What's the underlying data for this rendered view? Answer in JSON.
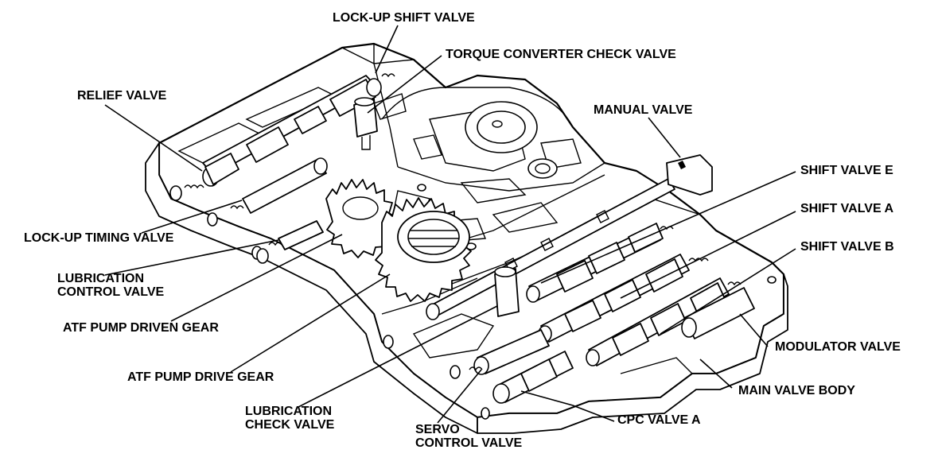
{
  "labels": {
    "lockup_shift_valve": "LOCK-UP SHIFT VALVE",
    "torque_converter_check_valve": "TORQUE CONVERTER CHECK VALVE",
    "relief_valve": "RELIEF VALVE",
    "manual_valve": "MANUAL VALVE",
    "shift_valve_e": "SHIFT VALVE E",
    "shift_valve_a": "SHIFT VALVE A",
    "shift_valve_b": "SHIFT VALVE B",
    "lockup_timing_valve": "LOCK-UP TIMING VALVE",
    "lubrication_control_valve_1": "LUBRICATION",
    "lubrication_control_valve_2": "CONTROL VALVE",
    "atf_pump_driven_gear": "ATF PUMP DRIVEN GEAR",
    "atf_pump_drive_gear": "ATF PUMP DRIVE GEAR",
    "modulator_valve": "MODULATOR VALVE",
    "main_valve_body": "MAIN VALVE BODY",
    "lubrication_check_valve_1": "LUBRICATION",
    "lubrication_check_valve_2": "CHECK VALVE",
    "servo_control_valve_1": "SERVO",
    "servo_control_valve_2": "CONTROL VALVE",
    "cpc_valve_a": "CPC VALVE A"
  }
}
